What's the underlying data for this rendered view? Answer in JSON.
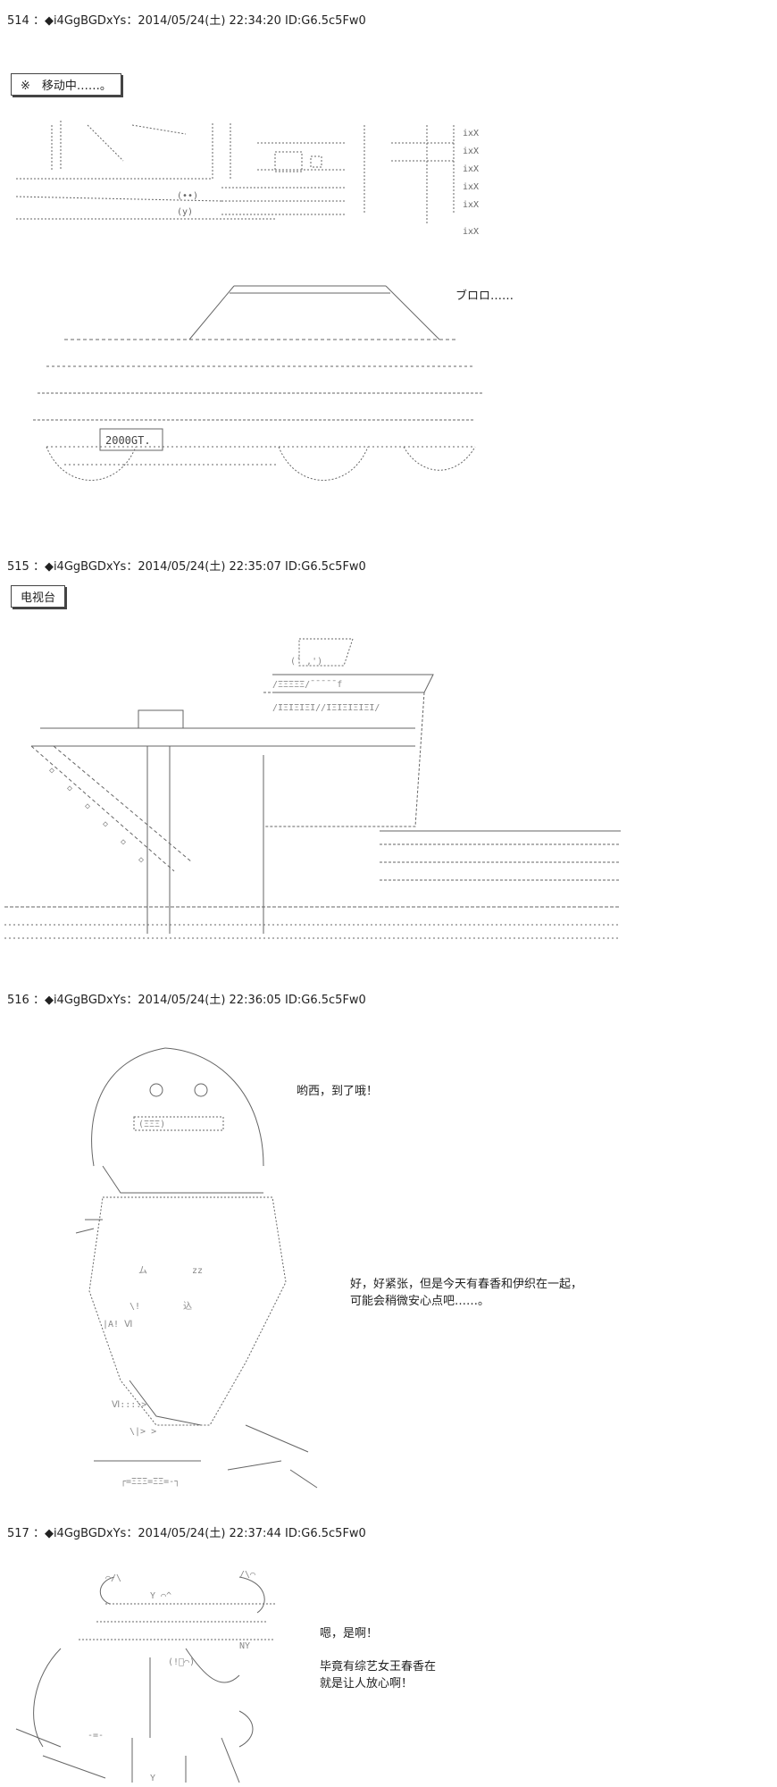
{
  "posts": [
    {
      "header": "514 ：◆i4GgBGDxYs：2014/05/24(土) 22:34:20 ID:G6.5c5Fw0",
      "label": "※　移动中……。",
      "speech": [
        "ブロロ……"
      ],
      "art_text": "2000GT."
    },
    {
      "header": "515 ：◆i4GgBGDxYs：2014/05/24(土) 22:35:07 ID:G6.5c5Fw0",
      "label": "电视台"
    },
    {
      "header": "516 ：◆i4GgBGDxYs：2014/05/24(土) 22:36:05 ID:G6.5c5Fw0",
      "speech1": [
        "哟西，到了哦！"
      ],
      "speech2": [
        "好，好紧张，但是今天有春香和伊织在一起，",
        "可能会稍微安心点吧……。"
      ]
    },
    {
      "header": "517 ：◆i4GgBGDxYs：2014/05/24(土) 22:37:44 ID:G6.5c5Fw0",
      "speech1": [
        "嗯，是啊！"
      ],
      "speech2": [
        "毕竟有综艺女王春香在",
        "就是让人放心啊！"
      ]
    }
  ]
}
